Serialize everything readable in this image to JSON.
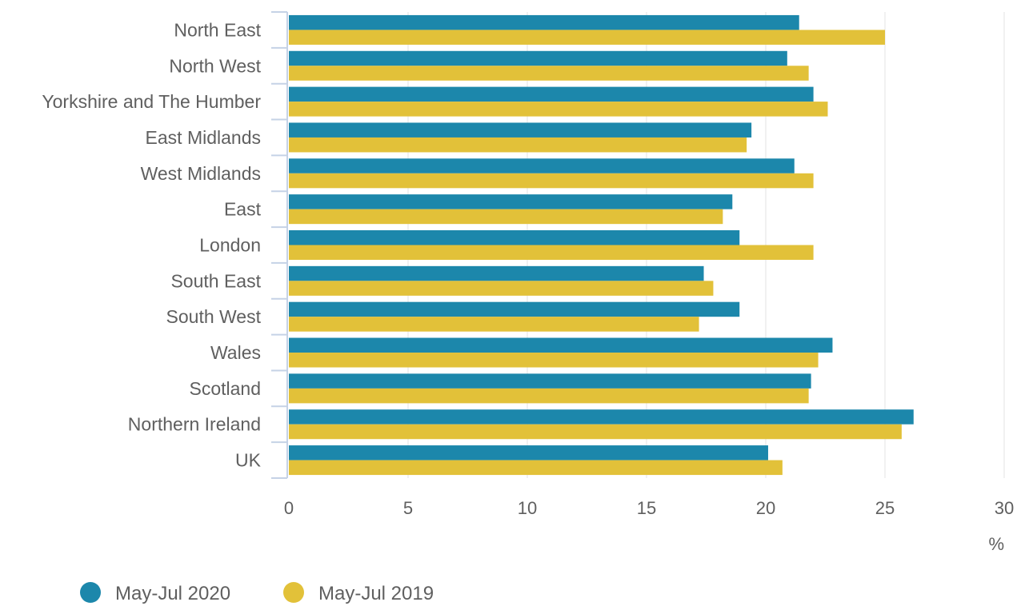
{
  "chart_data": {
    "type": "bar",
    "orientation": "horizontal",
    "categories": [
      "North East",
      "North West",
      "Yorkshire and The Humber",
      "East Midlands",
      "West Midlands",
      "East",
      "London",
      "South East",
      "South West",
      "Wales",
      "Scotland",
      "Northern Ireland",
      "UK"
    ],
    "series": [
      {
        "name": "May-Jul 2020",
        "color": "#1c87ab",
        "values": [
          21.4,
          20.9,
          22.0,
          19.4,
          21.2,
          18.6,
          18.9,
          17.4,
          18.9,
          22.8,
          21.9,
          26.2,
          20.1
        ]
      },
      {
        "name": "May-Jul 2019",
        "color": "#e2c139",
        "values": [
          25.0,
          21.8,
          22.6,
          19.2,
          22.0,
          18.2,
          22.0,
          17.8,
          17.2,
          22.2,
          21.8,
          25.7,
          20.7
        ]
      }
    ],
    "x_ticks": [
      "0",
      "5",
      "10",
      "15",
      "20",
      "25",
      "30"
    ],
    "xlim": [
      0,
      30
    ],
    "unit_label": "%",
    "grid": true,
    "legend_position": "bottom-left"
  }
}
